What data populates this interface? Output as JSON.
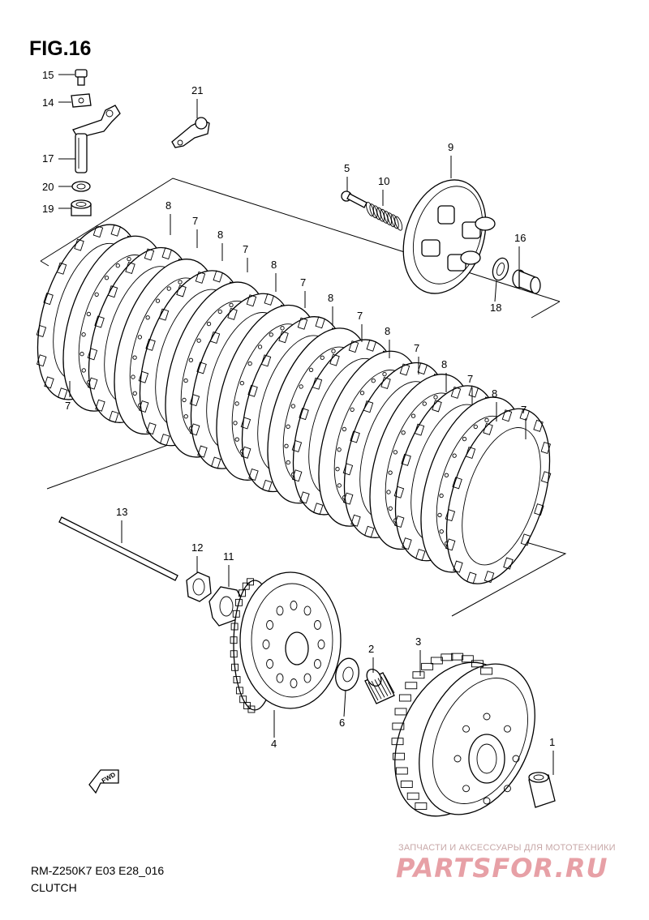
{
  "figure": {
    "title": "FIG.16",
    "model_code": "RM-Z250K7 E03 E28_016",
    "section_name": "CLUTCH"
  },
  "callouts": [
    {
      "id": "c15",
      "text": "15"
    },
    {
      "id": "c14",
      "text": "14"
    },
    {
      "id": "c17",
      "text": "17"
    },
    {
      "id": "c20",
      "text": "20"
    },
    {
      "id": "c19",
      "text": "19"
    },
    {
      "id": "c21",
      "text": "21"
    },
    {
      "id": "c5",
      "text": "5"
    },
    {
      "id": "c10",
      "text": "10"
    },
    {
      "id": "c9",
      "text": "9"
    },
    {
      "id": "c16",
      "text": "16"
    },
    {
      "id": "c18",
      "text": "18"
    },
    {
      "id": "c13",
      "text": "13"
    },
    {
      "id": "c12",
      "text": "12"
    },
    {
      "id": "c11",
      "text": "11"
    },
    {
      "id": "c4",
      "text": "4"
    },
    {
      "id": "c6",
      "text": "6"
    },
    {
      "id": "c2",
      "text": "2"
    },
    {
      "id": "c3",
      "text": "3"
    },
    {
      "id": "c1",
      "text": "1"
    },
    {
      "id": "c7a",
      "text": "7"
    },
    {
      "id": "c8a",
      "text": "8"
    },
    {
      "id": "c7b",
      "text": "7"
    },
    {
      "id": "c8b",
      "text": "8"
    },
    {
      "id": "c7c",
      "text": "7"
    },
    {
      "id": "c8c",
      "text": "8"
    },
    {
      "id": "c7d",
      "text": "7"
    },
    {
      "id": "c8d",
      "text": "8"
    },
    {
      "id": "c7e",
      "text": "7"
    },
    {
      "id": "c8e",
      "text": "8"
    },
    {
      "id": "c7f",
      "text": "7"
    },
    {
      "id": "c8f",
      "text": "8"
    },
    {
      "id": "c7g",
      "text": "7"
    },
    {
      "id": "c8g",
      "text": "8"
    },
    {
      "id": "c7h",
      "text": "7"
    },
    {
      "id": "c7i",
      "text": "7"
    }
  ],
  "direction_marker": "FWD",
  "watermark": {
    "subtitle": "ЗАПЧАСТИ И АКСЕССУАРЫ ДЛЯ МОТОТЕХНИКИ",
    "logo": "PARTSFOR.RU"
  }
}
